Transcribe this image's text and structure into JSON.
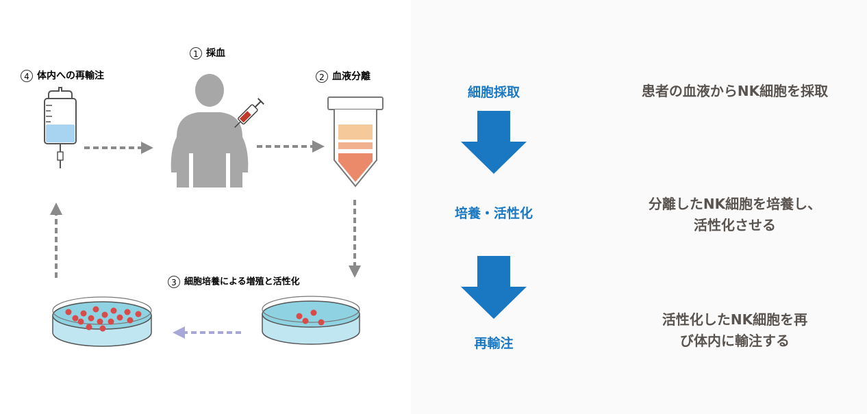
{
  "diagram": {
    "steps": [
      {
        "num": "1",
        "label": "採血"
      },
      {
        "num": "2",
        "label": "血液分離"
      },
      {
        "num": "3",
        "label": "細胞培養による増殖と活性化"
      },
      {
        "num": "4",
        "label": "体内への再輸注"
      }
    ]
  },
  "flow": {
    "stages": [
      "細胞採取",
      "培養・活性化",
      "再輸注"
    ],
    "descriptions": [
      [
        "患者の血液からNK細胞を採取"
      ],
      [
        "分離したNK細胞を培養し、",
        "活性化させる"
      ],
      [
        "活性化したNK細胞を再",
        "び体内に輸注する"
      ]
    ]
  },
  "colors": {
    "flow_blue": "#1a78c2",
    "figure_gray": "#a7a7a7",
    "cell_red": "#d94a4a",
    "media_cyan": "#8fd3e3",
    "arrow_lavender": "#a8a8d8",
    "desc_text": "#5a5450"
  }
}
